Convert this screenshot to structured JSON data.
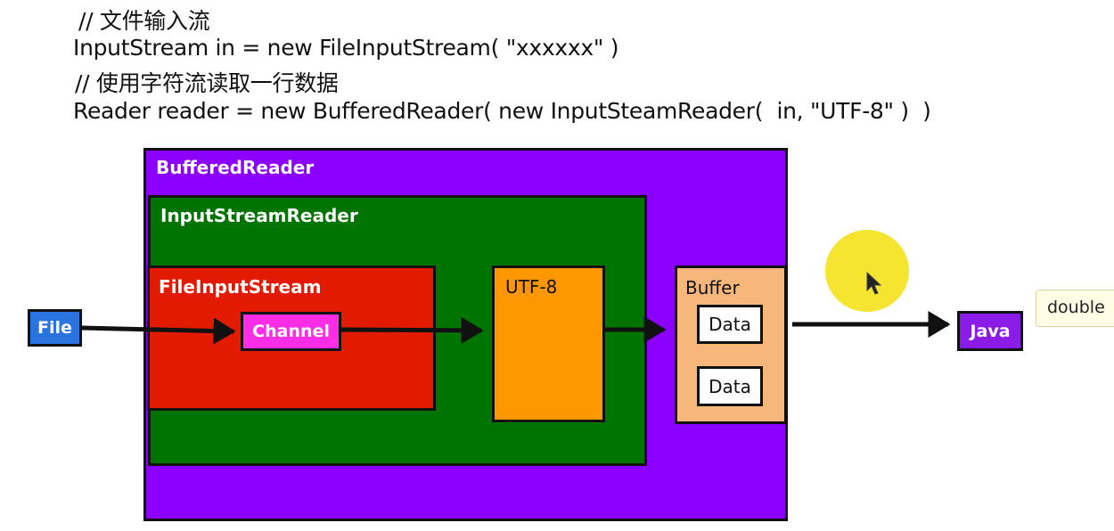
{
  "code": {
    "line1": "// 文件输入流",
    "line2": "InputStream in = new FileInputStream( \"xxxxxx\" )",
    "line3": "// 使用字符流读取一行数据",
    "line4": "Reader reader = new BufferedReader( new InputSteamReader(  in, \"UTF-8\" )  )"
  },
  "diagram": {
    "buffered_reader": "BufferedReader",
    "input_stream_reader": "InputStreamReader",
    "file_input_stream": "FileInputStream",
    "channel": "Channel",
    "utf8": "UTF-8",
    "buffer": "Buffer",
    "data1": "Data",
    "data2": "Data",
    "file": "File",
    "java": "Java"
  },
  "tooltip": "double",
  "colors": {
    "buffered_reader": "#8b00ff",
    "input_stream_reader": "#007400",
    "file_input_stream": "#e21a00",
    "channel": "#ff2ee6",
    "utf8": "#ff9800",
    "buffer": "#f7b77a",
    "file": "#2a74e0",
    "java": "#8b1ce8",
    "cursor_highlight": "#f4e21a"
  }
}
